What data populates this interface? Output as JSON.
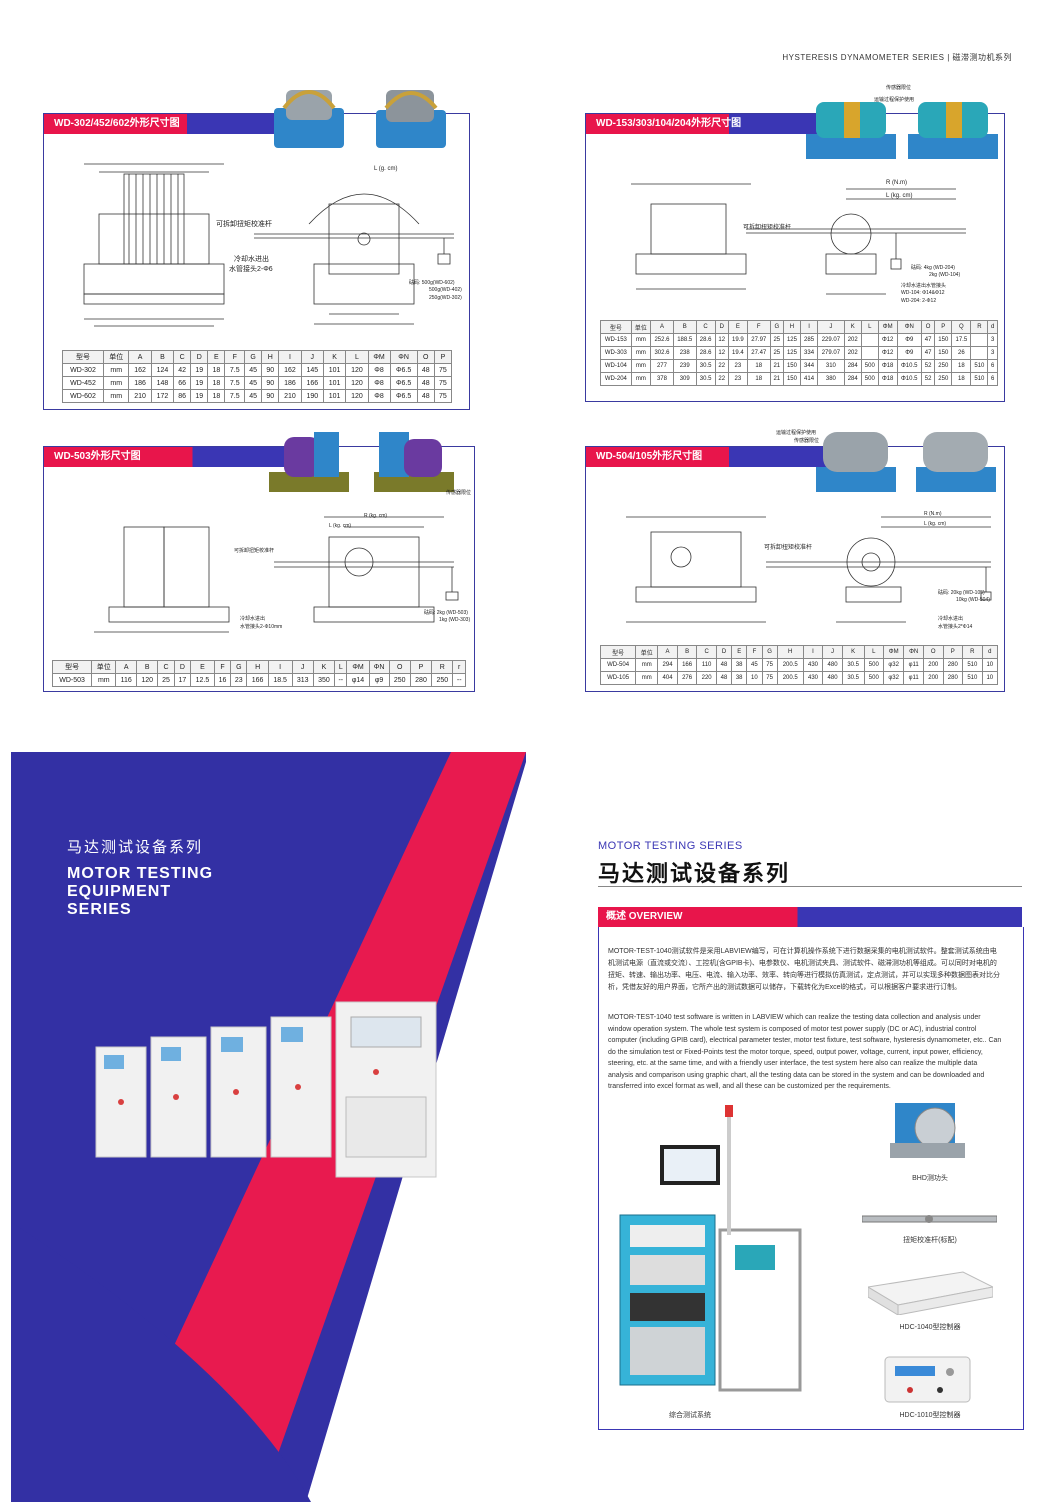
{
  "header": {
    "series_title": "HYSTERESIS DYNAMOMETER SERIES | 磁滞测功机系列"
  },
  "panels": {
    "p1": {
      "title": "WD-302/452/602外形尺寸图",
      "labels": {
        "torque_bar": "可拆卸扭矩校准杆",
        "cooling": "冷却水进出",
        "pipe": "水管接头2-Φ6",
        "weights": "砝码: 500g(WD-602)",
        "weights2": "500g(WD-402)",
        "weights3": "250g(WD-302)",
        "L": "L (g. cm)"
      },
      "table": {
        "header": [
          "型号",
          "单位",
          "A",
          "B",
          "C",
          "D",
          "E",
          "F",
          "G",
          "H",
          "I",
          "J",
          "K",
          "L",
          "ΦM",
          "ΦN",
          "O",
          "P"
        ],
        "rows": [
          [
            "WD-302",
            "mm",
            "162",
            "124",
            "42",
            "19",
            "18",
            "7.5",
            "45",
            "90",
            "162",
            "145",
            "101",
            "120",
            "Φ8",
            "Φ6.5",
            "48",
            "75"
          ],
          [
            "WD-452",
            "mm",
            "186",
            "148",
            "66",
            "19",
            "18",
            "7.5",
            "45",
            "90",
            "186",
            "166",
            "101",
            "120",
            "Φ8",
            "Φ6.5",
            "48",
            "75"
          ],
          [
            "WD-602",
            "mm",
            "210",
            "172",
            "86",
            "19",
            "18",
            "7.5",
            "45",
            "90",
            "210",
            "190",
            "101",
            "120",
            "Φ8",
            "Φ6.5",
            "48",
            "75"
          ]
        ]
      }
    },
    "p2": {
      "title": "WD-153/303/104/204外形尺寸图",
      "labels": {
        "sensor": "传感器限位",
        "protect": "运输过程保护使用",
        "torque_bar": "可拆卸扭矩校准杆",
        "R": "R (N.m)",
        "L": "L (kg. cm)",
        "weights": "砝码: 4kg (WD-204)",
        "weights2": "2kg (WD-104)",
        "cooling": "冷却水进出水管接头",
        "pipe1": "WD-104: Φ14&Φ12",
        "pipe2": "WD-204: 2-Φ12"
      },
      "table": {
        "header": [
          "型号",
          "单位",
          "A",
          "B",
          "C",
          "D",
          "E",
          "F",
          "G",
          "H",
          "I",
          "J",
          "K",
          "L",
          "ΦM",
          "ΦN",
          "O",
          "P",
          "Q",
          "R",
          "d"
        ],
        "rows": [
          [
            "WD-153",
            "mm",
            "252.6",
            "188.5",
            "28.6",
            "12",
            "19.9",
            "27.97",
            "25",
            "125",
            "285",
            "229.07",
            "202",
            "",
            "Φ12",
            "Φ9",
            "47",
            "150",
            "17.5",
            "",
            "3"
          ],
          [
            "WD-303",
            "mm",
            "302.6",
            "238",
            "28.6",
            "12",
            "19.4",
            "27.47",
            "25",
            "125",
            "334",
            "279.07",
            "202",
            "",
            "Φ12",
            "Φ9",
            "47",
            "150",
            "26",
            "",
            "3"
          ],
          [
            "WD-104",
            "mm",
            "277",
            "239",
            "30.5",
            "22",
            "23",
            "18",
            "21",
            "150",
            "344",
            "310",
            "284",
            "500",
            "Φ18",
            "Φ10.5",
            "52",
            "250",
            "18",
            "510",
            "6"
          ],
          [
            "WD-204",
            "mm",
            "378",
            "309",
            "30.5",
            "22",
            "23",
            "18",
            "21",
            "150",
            "414",
            "380",
            "284",
            "500",
            "Φ18",
            "Φ10.5",
            "52",
            "250",
            "18",
            "510",
            "6"
          ]
        ]
      }
    },
    "p3": {
      "title": "WD-503外形尺寸图",
      "labels": {
        "sensor": "传感器限位",
        "torque_bar": "可拆卸扭矩校准杆",
        "R": "R (kg. cm)",
        "L": "L (kg. cm)",
        "cooling": "冷却水进出",
        "pipe": "水管接头2-Φ10mm",
        "weights": "砝码: 2kg (WD-503)",
        "weights2": "1kg (WD-303)"
      },
      "table": {
        "header": [
          "型号",
          "单位",
          "A",
          "B",
          "C",
          "D",
          "E",
          "F",
          "G",
          "H",
          "I",
          "J",
          "K",
          "L",
          "ΦM",
          "ΦN",
          "O",
          "P",
          "R",
          "r"
        ],
        "rows": [
          [
            "WD-503",
            "mm",
            "116",
            "120",
            "25",
            "17",
            "12.5",
            "16",
            "23",
            "166",
            "18.5",
            "313",
            "350",
            "--",
            "φ14",
            "φ9",
            "250",
            "280",
            "250",
            "--"
          ]
        ]
      }
    },
    "p4": {
      "title": "WD-504/105外形尺寸图",
      "labels": {
        "protect": "运输过程保护使用",
        "sensor": "传感器限位",
        "torque_bar": "可拆卸扭矩校准杆",
        "R": "R (N.m)",
        "L": "L (kg. cm)",
        "weights": "砝码: 20kg (WD-105)",
        "weights2": "10kg (WD-504)",
        "cooling": "冷却水进出",
        "pipe": "水管接头2*Φ14"
      },
      "table": {
        "header": [
          "型号",
          "单位",
          "A",
          "B",
          "C",
          "D",
          "E",
          "F",
          "G",
          "H",
          "I",
          "J",
          "K",
          "L",
          "ΦM",
          "ΦN",
          "O",
          "P",
          "R",
          "d"
        ],
        "rows": [
          [
            "WD-504",
            "mm",
            "294",
            "166",
            "110",
            "48",
            "38",
            "45",
            "75",
            "200.5",
            "430",
            "480",
            "30.5",
            "500",
            "φ32",
            "φ11",
            "200",
            "280",
            "510",
            "10"
          ],
          [
            "WD-105",
            "mm",
            "404",
            "276",
            "220",
            "48",
            "38",
            "10",
            "75",
            "200.5",
            "430",
            "480",
            "30.5",
            "500",
            "φ32",
            "φ11",
            "200",
            "280",
            "510",
            "10"
          ]
        ]
      }
    }
  },
  "cover": {
    "title_cn": "马达测试设备系列",
    "title_en_1": "MOTOR TESTING",
    "title_en_2": "EQUIPMENT",
    "title_en_3": "SERIES"
  },
  "overview": {
    "series_en": "MOTOR TESTING SERIES",
    "series_cn": "马达测试设备系列",
    "section_title": "概述 OVERVIEW",
    "para_cn": "MOTOR-TEST-1040测试软件是采用LABVIEW编写，可在计算机操作系统下进行数据采集的电机测试软件。整套测试系统由电机测试电源（直流或交流）、工控机(含GPIB卡)、电参数仪、电机测试夹具、测试软件、磁滞测功机等组成。可以同时对电机的扭矩、转速、输出功率、电压、电流、输入功率、效率、转向等进行模拟仿真测试，定点测试，并可以实现多种数据图表对比分析，凭借友好的用户界面，它所产出的测试数据可以储存，下载转化为Excel的格式，可以根据客户要求进行订制。",
    "para_en": "MOTOR-TEST-1040 test software is written in LABVIEW which can realize the testing data collection and analysis under window operation system. The whole test system is composed of motor test power supply (DC or AC), industrial control computer (including GPIB card), electrical parameter tester, motor test fixture, test software, hysteresis dynamometer, etc.. Can do the simulation test or Fixed-Points test the motor torque, speed, output power, voltage, current, input power, efficiency, steering, etc. at the same time, and with a friendly user interface, the test system here also can realize the multiple data analysis and comparison using graphic chart, all the testing data can be stored in the system and can be downloaded and transferred into excel format as well, and all these can be customized per the requirements.",
    "captions": {
      "system": "综合测试系统",
      "bhd": "BHD测功头",
      "torque_bar": "扭矩校准杆(标配)",
      "hdc1040": "HDC-1040型控制器",
      "hdc1010": "HDC-1010型控制器"
    }
  },
  "colors": {
    "red": "#e8154b",
    "blue": "#3a36b4"
  }
}
